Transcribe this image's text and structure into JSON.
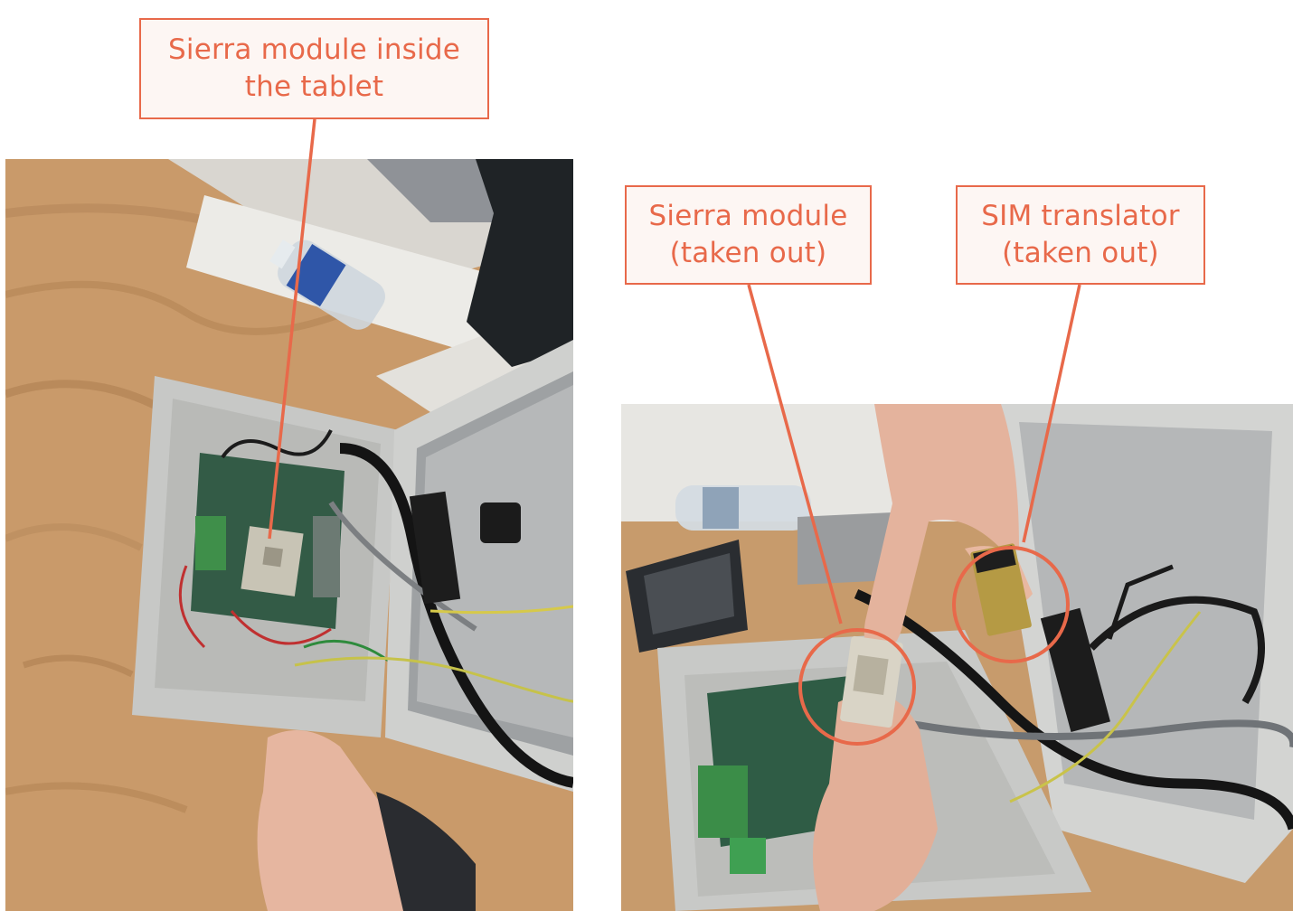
{
  "callouts": {
    "sierra_inside": {
      "line1": "Sierra module inside",
      "line2": "the tablet"
    },
    "sierra_out": {
      "line1": "Sierra module",
      "line2": "(taken out)"
    },
    "sim_out": {
      "line1": "SIM translator",
      "line2": "(taken out)"
    }
  },
  "colors": {
    "accent": "#e8694a",
    "callout_fill": "#fdf6f3"
  }
}
